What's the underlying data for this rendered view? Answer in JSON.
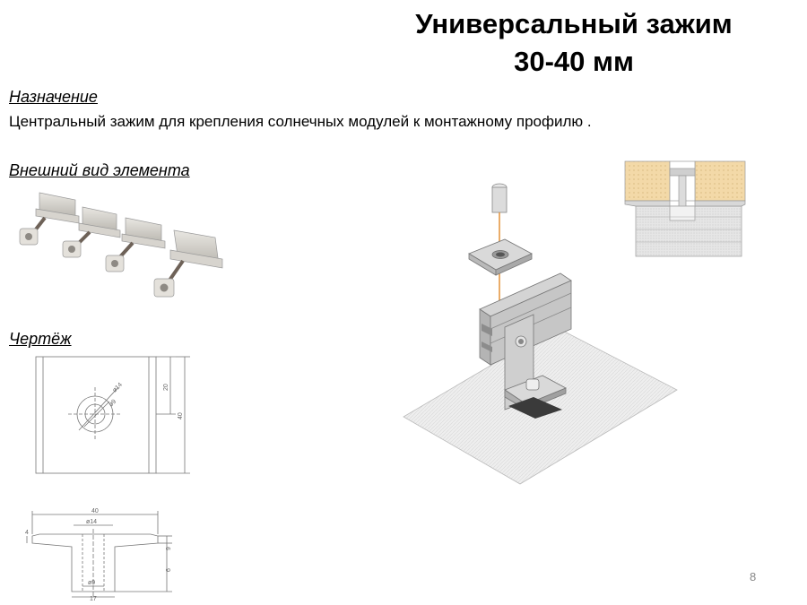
{
  "slide": {
    "title_line1": "Универсальный зажим",
    "title_line2": "30-40 мм",
    "purpose_heading": "Назначение",
    "purpose_text": "Центральный зажим для крепления солнечных модулей к монтажному профилю .",
    "appearance_heading": "Внешний вид элемента",
    "drawing_heading": "Чертёж",
    "page_number": "8"
  },
  "drawing_top": {
    "dim_d14": "ø14",
    "dim_d9": "ø9",
    "dim_20": "20",
    "dim_40": "40"
  },
  "drawing_side": {
    "dim_40": "40",
    "dim_d14": "ø14",
    "dim_9": "9",
    "dim_6": "6",
    "dim_4": "4",
    "dim_d9": "ø9",
    "dim_17": "17"
  },
  "colors": {
    "metal": "#c9c6c0",
    "metal_dark": "#8f8c86",
    "wood": "#f3d9a8",
    "guide_line": "#e08a2a"
  }
}
